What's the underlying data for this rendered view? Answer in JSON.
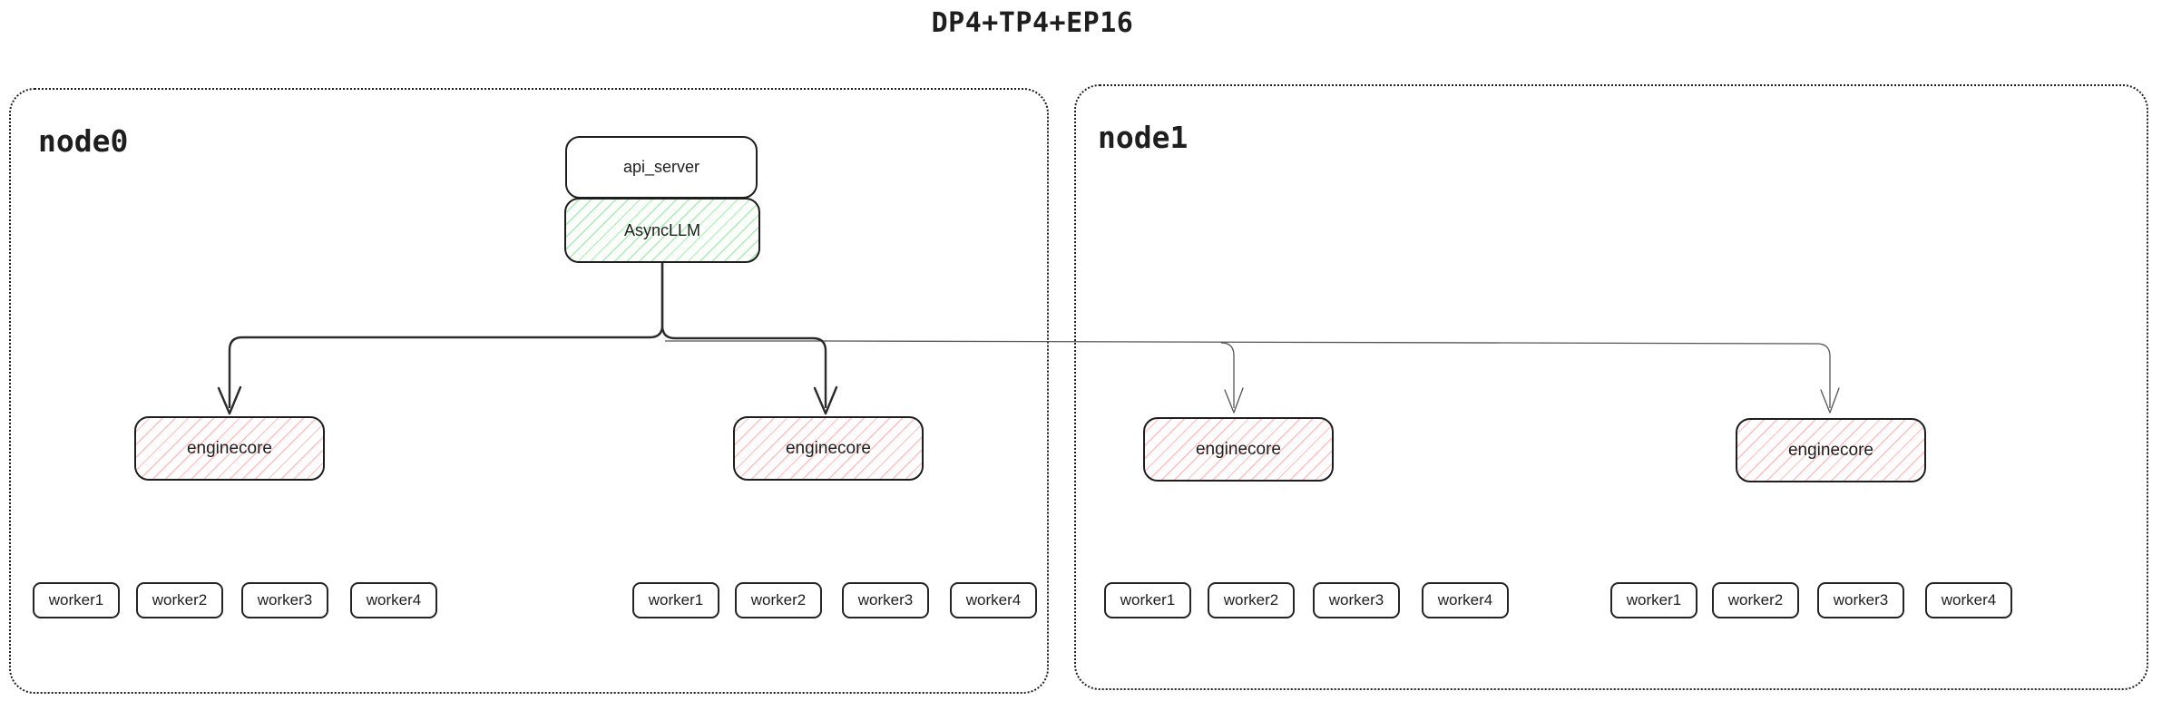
{
  "title": "DP4+TP4+EP16",
  "colors": {
    "ink": "#1e1e1e",
    "green_hatch": "#69db7c",
    "red_hatch": "#ff7d7d",
    "thick_connector": "#2b2b2b",
    "thin_connector": "#555555",
    "background": "#ffffff"
  },
  "node0": {
    "label": "node0",
    "api_server": "api_server",
    "async_llm": "AsyncLLM",
    "enginecores": [
      "enginecore",
      "enginecore"
    ],
    "worker_groups": [
      [
        "worker1",
        "worker2",
        "worker3",
        "worker4"
      ],
      [
        "worker1",
        "worker2",
        "worker3",
        "worker4"
      ]
    ]
  },
  "node1": {
    "label": "node1",
    "enginecores": [
      "enginecore",
      "enginecore"
    ],
    "worker_groups": [
      [
        "worker1",
        "worker2",
        "worker3",
        "worker4"
      ],
      [
        "worker1",
        "worker2",
        "worker3",
        "worker4"
      ]
    ]
  }
}
